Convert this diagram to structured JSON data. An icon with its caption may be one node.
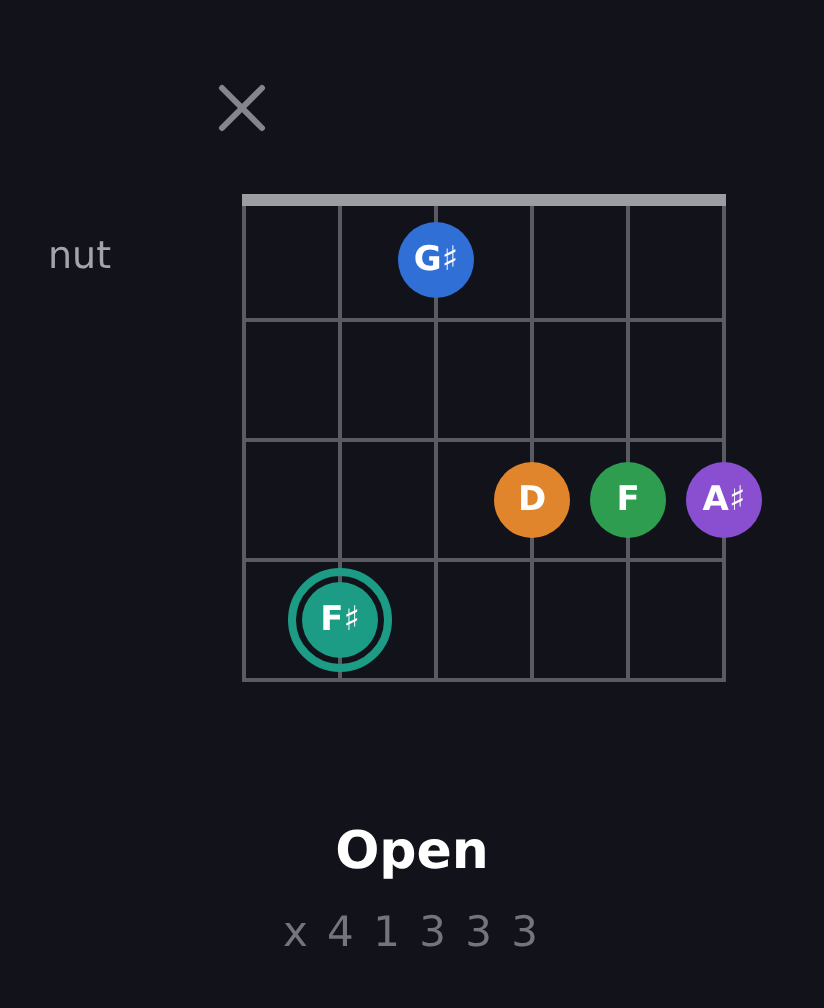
{
  "diagram": {
    "title": "Open",
    "nodes": [
      {
        "text": [
          "G♯"
        ]
      },
      {
        "text": [
          "D"
        ]
      },
      {
        "text": [
          "F"
        ]
      },
      {
        "text": [
          "A♯"
        ]
      },
      {
        "text": [
          "F♯"
        ]
      }
    ],
    "edges": [],
    "labels": [
      "nut",
      "x 4 1 3 3 3"
    ]
  }
}
